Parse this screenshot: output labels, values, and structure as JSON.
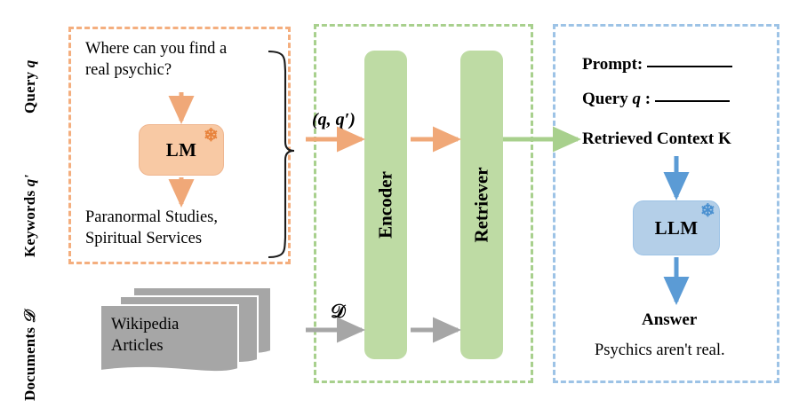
{
  "figure": {
    "title": "Retrieval-augmented generation pipeline with LM keyword expansion",
    "colors": {
      "orange_dash": "#F4AE7E",
      "orange_fill": "#F8C9A4",
      "orange_arrow": "#F0A878",
      "green_dash": "#A8D08D",
      "green_fill": "#BEDBA4",
      "green_arrow": "#A8D08D",
      "blue_dash": "#9DC3E6",
      "blue_fill": "#B4CFE8",
      "blue_arrow": "#5B9BD5",
      "gray_arrow": "#A6A6A6",
      "doc_fill": "#A6A6A6",
      "brace": "#1A1A1A"
    }
  },
  "row_labels": [
    {
      "id": "query",
      "text": "Query ",
      "symbol": "q"
    },
    {
      "id": "keywords",
      "text": "Keywords ",
      "symbol": "q'"
    },
    {
      "id": "documents",
      "text": "Documents ",
      "symbol": "ᴰ"
    }
  ],
  "left_panel": {
    "query_text": "Where can you find a\nreal psychic?",
    "model_box": {
      "label": "LM",
      "frozen_icon": "snowflake-icon",
      "frozen": true
    },
    "keywords_text": "Paranormal Studies,\nSpiritual Services",
    "brace_icon": "right-curly-brace"
  },
  "documents": {
    "label": "Wikipedia\nArticles",
    "page_count": 3
  },
  "middle_panel": {
    "pair_label": "(q, q′)",
    "docs_symbol": "𝒟",
    "blocks": [
      {
        "id": "encoder",
        "label": "Encoder"
      },
      {
        "id": "retriever",
        "label": "Retriever"
      }
    ]
  },
  "right_panel": {
    "prompt_label": "Prompt:",
    "query_label": "Query",
    "query_symbol": "q",
    "query_colon": ":",
    "context_label": "Retrieved Context K",
    "model_box": {
      "label": "LLM",
      "frozen_icon": "snowflake-icon",
      "frozen": true
    },
    "answer_label": "Answer",
    "answer_text": "Psychics aren't real."
  },
  "arrows": [
    {
      "id": "query-to-lm",
      "color": "#F0A878",
      "direction": "down"
    },
    {
      "id": "lm-to-keywords",
      "color": "#F0A878",
      "direction": "down"
    },
    {
      "id": "pair-to-encoder",
      "color": "#F0A878",
      "direction": "right"
    },
    {
      "id": "encoder-to-retriever-query",
      "color": "#F0A878",
      "direction": "right"
    },
    {
      "id": "docs-to-encoder",
      "color": "#A6A6A6",
      "direction": "right"
    },
    {
      "id": "encoder-to-retriever-docs",
      "color": "#A6A6A6",
      "direction": "right"
    },
    {
      "id": "retriever-to-context",
      "color": "#A8D08D",
      "direction": "right"
    },
    {
      "id": "context-to-llm",
      "color": "#5B9BD5",
      "direction": "down"
    },
    {
      "id": "llm-to-answer",
      "color": "#5B9BD5",
      "direction": "down"
    }
  ]
}
